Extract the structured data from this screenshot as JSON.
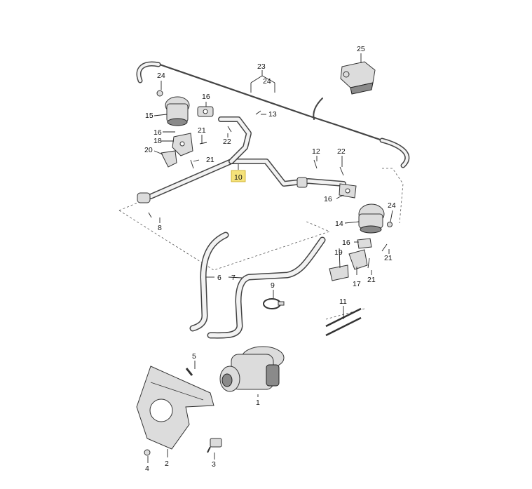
{
  "callouts": {
    "c1": "1",
    "c2": "2",
    "c3": "3",
    "c4": "4",
    "c5": "5",
    "c6": "6",
    "c7": "7",
    "c8": "8",
    "c9": "9",
    "c10": "10",
    "c11": "11",
    "c12": "12",
    "c13": "13",
    "c14": "14",
    "c15": "15",
    "c16a": "16",
    "c16b": "16",
    "c16c": "16",
    "c17": "17",
    "c18": "18",
    "c19": "19",
    "c20": "20",
    "c21a": "21",
    "c21b": "21",
    "c21c": "21",
    "c21d": "21",
    "c22a": "22",
    "c22b": "22",
    "c23": "23",
    "c24a": "24",
    "c24b": "24",
    "c24c": "24",
    "c25": "25"
  },
  "colors": {
    "highlight": "#f5e27a",
    "line": "#333333",
    "part": "#dcdcdc"
  }
}
